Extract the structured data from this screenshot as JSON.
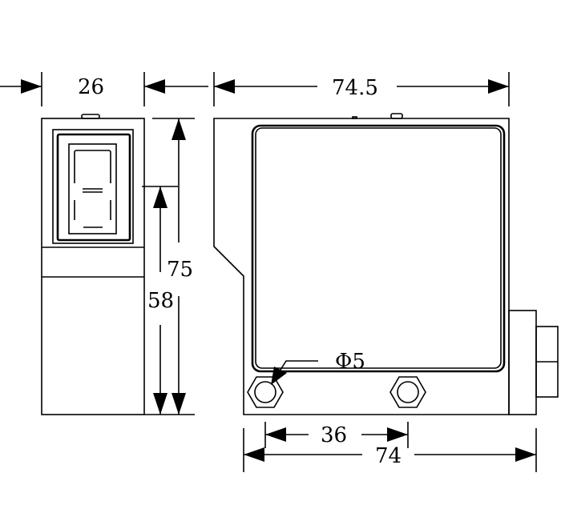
{
  "dimensions": {
    "side_width": "26",
    "front_width": "74.5",
    "total_height": "75",
    "lower_height": "58",
    "hole_spacing": "36",
    "base_width": "74",
    "hole_diameter": "Φ5"
  },
  "colors": {
    "line": "#000000",
    "background": "#ffffff"
  }
}
